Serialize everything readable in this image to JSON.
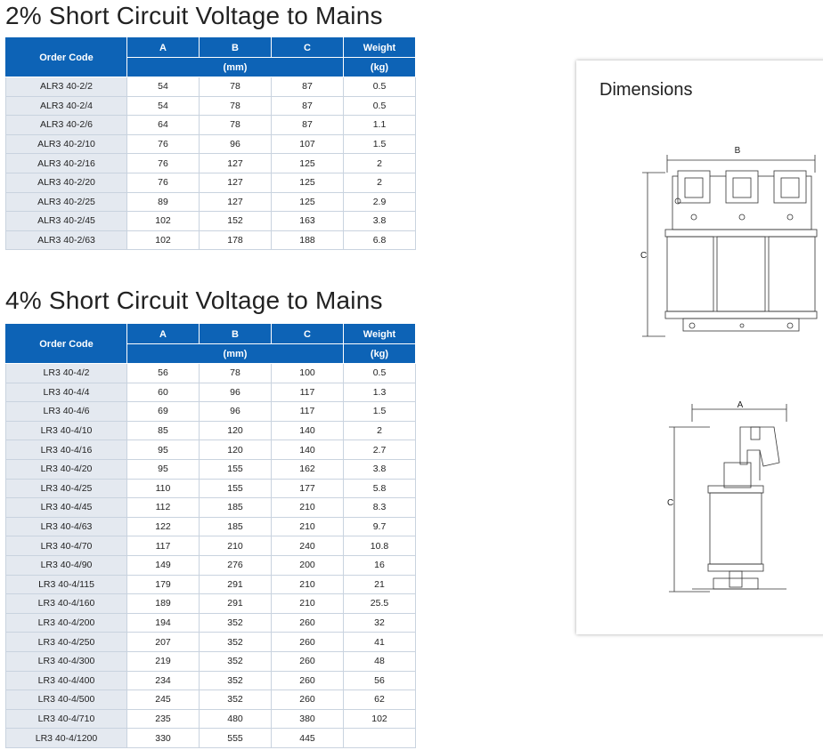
{
  "section_2": {
    "title": "2% Short Circuit Voltage to Mains",
    "headers": {
      "order_code": "Order Code",
      "a": "A",
      "b": "B",
      "c": "C",
      "weight": "Weight",
      "mm": "(mm)",
      "kg": "(kg)"
    },
    "rows": [
      [
        "ALR3 40-2/2",
        "54",
        "78",
        "87",
        "0.5"
      ],
      [
        "ALR3 40-2/4",
        "54",
        "78",
        "87",
        "0.5"
      ],
      [
        "ALR3 40-2/6",
        "64",
        "78",
        "87",
        "1.1"
      ],
      [
        "ALR3 40-2/10",
        "76",
        "96",
        "107",
        "1.5"
      ],
      [
        "ALR3 40-2/16",
        "76",
        "127",
        "125",
        "2"
      ],
      [
        "ALR3 40-2/20",
        "76",
        "127",
        "125",
        "2"
      ],
      [
        "ALR3 40-2/25",
        "89",
        "127",
        "125",
        "2.9"
      ],
      [
        "ALR3 40-2/45",
        "102",
        "152",
        "163",
        "3.8"
      ],
      [
        "ALR3 40-2/63",
        "102",
        "178",
        "188",
        "6.8"
      ]
    ]
  },
  "section_4": {
    "title": "4% Short Circuit Voltage to Mains",
    "headers": {
      "order_code": "Order Code",
      "a": "A",
      "b": "B",
      "c": "C",
      "weight": "Weight",
      "mm": "(mm)",
      "kg": "(kg)"
    },
    "rows": [
      [
        "LR3 40-4/2",
        "56",
        "78",
        "100",
        "0.5"
      ],
      [
        "LR3 40-4/4",
        "60",
        "96",
        "117",
        "1.3"
      ],
      [
        "LR3 40-4/6",
        "69",
        "96",
        "117",
        "1.5"
      ],
      [
        "LR3 40-4/10",
        "85",
        "120",
        "140",
        "2"
      ],
      [
        "LR3 40-4/16",
        "95",
        "120",
        "140",
        "2.7"
      ],
      [
        "LR3 40-4/20",
        "95",
        "155",
        "162",
        "3.8"
      ],
      [
        "LR3 40-4/25",
        "110",
        "155",
        "177",
        "5.8"
      ],
      [
        "LR3 40-4/45",
        "112",
        "185",
        "210",
        "8.3"
      ],
      [
        "LR3 40-4/63",
        "122",
        "185",
        "210",
        "9.7"
      ],
      [
        "LR3 40-4/70",
        "117",
        "210",
        "240",
        "10.8"
      ],
      [
        "LR3 40-4/90",
        "149",
        "276",
        "200",
        "16"
      ],
      [
        "LR3 40-4/115",
        "179",
        "291",
        "210",
        "21"
      ],
      [
        "LR3 40-4/160",
        "189",
        "291",
        "210",
        "25.5"
      ],
      [
        "LR3 40-4/200",
        "194",
        "352",
        "260",
        "32"
      ],
      [
        "LR3 40-4/250",
        "207",
        "352",
        "260",
        "41"
      ],
      [
        "LR3 40-4/300",
        "219",
        "352",
        "260",
        "48"
      ],
      [
        "LR3 40-4/400",
        "234",
        "352",
        "260",
        "56"
      ],
      [
        "LR3 40-4/500",
        "245",
        "352",
        "260",
        "62"
      ],
      [
        "LR3 40-4/710",
        "235",
        "480",
        "380",
        "102"
      ],
      [
        "LR3 40-4/1200",
        "330",
        "555",
        "445",
        ""
      ]
    ]
  },
  "dimensions": {
    "title": "Dimensions",
    "front_label_b": "B",
    "front_label_c": "C",
    "side_label_a": "A",
    "side_label_c": "C"
  },
  "colors": {
    "header_blue": "#0d63b6",
    "code_cell_bg": "#e4e9f0",
    "grid_line": "#c9d3df"
  }
}
